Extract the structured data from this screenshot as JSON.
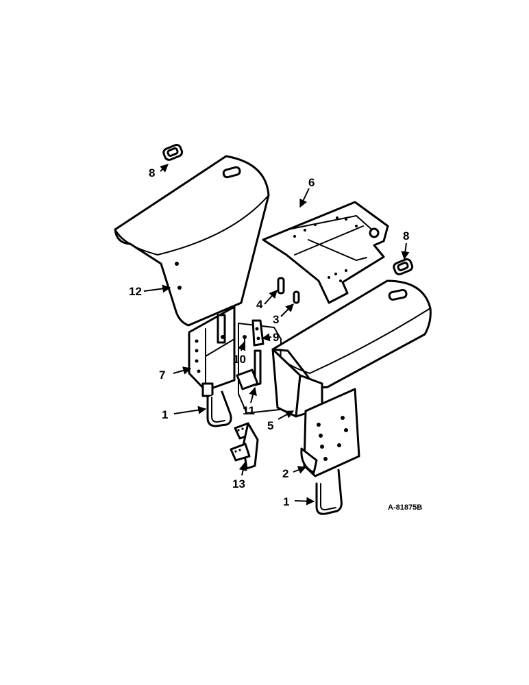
{
  "callouts": {
    "c1a": "1",
    "c1b": "1",
    "c2": "2",
    "c3": "3",
    "c4": "4",
    "c5": "5",
    "c6": "6",
    "c7": "7",
    "c8a": "8",
    "c8b": "8",
    "c9": "9",
    "c10": "10",
    "c11": "11",
    "c12": "12",
    "c13": "13"
  },
  "reference_code": "A-81875B"
}
